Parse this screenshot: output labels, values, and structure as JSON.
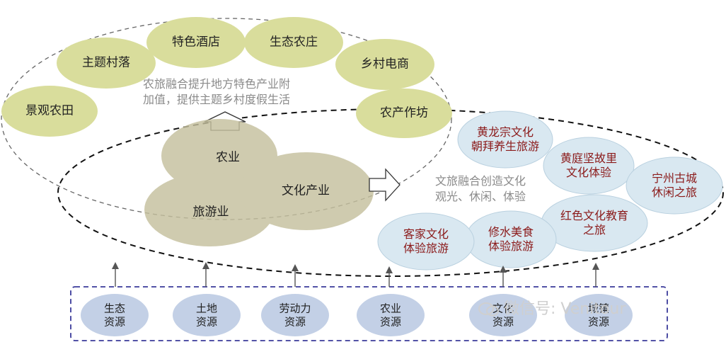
{
  "green_nodes": [
    "景观农田",
    "主题村落",
    "特色酒店",
    "生态农庄",
    "乡村电商",
    "农产作坊"
  ],
  "note_green": [
    "农旅融合提升地方特色产业附",
    "加值，提供主题乡村度假生活"
  ],
  "core_sectors": [
    "农业",
    "旅游业",
    "文化产业"
  ],
  "note_blue": [
    "文旅融合创造文化",
    "观光、休闲、体验"
  ],
  "blue_nodes": [
    [
      "黄龙宗文化",
      "朝拜养生旅游"
    ],
    [
      "黄庭坚故里",
      "文化体验"
    ],
    [
      "宁州古城",
      "休闲之旅"
    ],
    [
      "红色文化教育",
      "之旅"
    ],
    [
      "修水美食",
      "体验旅游"
    ],
    [
      "客家文化",
      "体验旅游"
    ]
  ],
  "resources": [
    [
      "生态",
      "资源"
    ],
    [
      "土地",
      "资源"
    ],
    [
      "劳动力",
      "资源"
    ],
    [
      "农业",
      "资源"
    ],
    [
      "文化",
      "资源"
    ],
    [
      "城镇",
      "资源"
    ]
  ],
  "watermark": "微信号: Venitour",
  "colors": {
    "green": "#d9dd9c",
    "blue": "#d9e8f1",
    "core": "#cbc6a4",
    "resource": "#c3d0e6",
    "dashed": "#555555",
    "accent_text": "#8b1a1a"
  }
}
